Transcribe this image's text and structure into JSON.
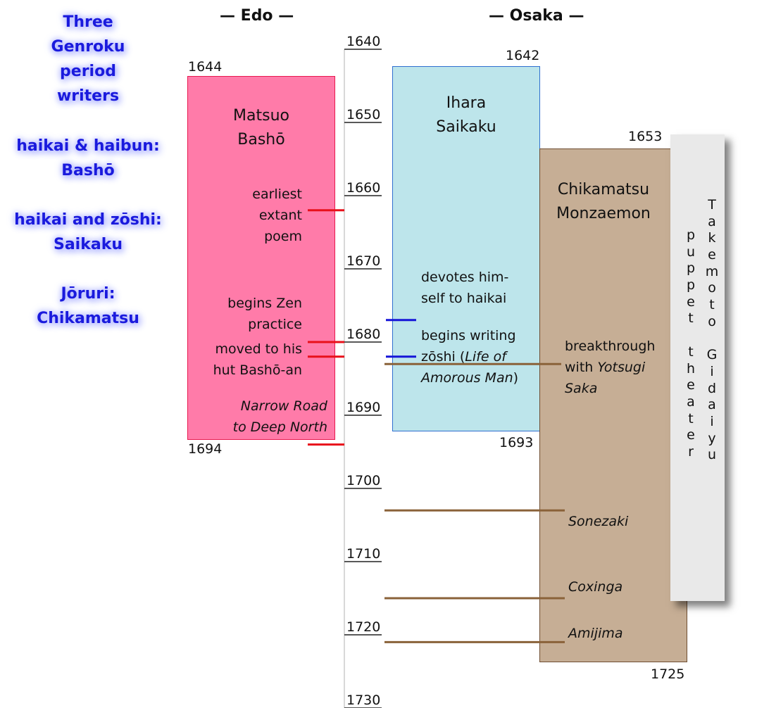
{
  "side_labels": {
    "title": [
      "Three",
      "Genroku",
      "period",
      "writers"
    ],
    "basho": [
      "haikai & haibun:",
      "Bashō"
    ],
    "saikaku": [
      "haikai and zōshi:",
      "Saikaku"
    ],
    "chikamatsu": [
      "Jōruri:",
      "Chikamatsu"
    ]
  },
  "regions": {
    "edo": "— Edo —",
    "osaka": "— Osaka —"
  },
  "axis": {
    "start": 1640,
    "end": 1730,
    "step": 10,
    "ticks": [
      "1640",
      "1650",
      "1660",
      "1670",
      "1680",
      "1690",
      "1700",
      "1710",
      "1720",
      "1730"
    ]
  },
  "writers": {
    "basho": {
      "name": [
        "Matsuo",
        "Bashō"
      ],
      "start": 1644,
      "end": 1694,
      "start_label": "1644",
      "end_label": "1694",
      "fill": "#ff7ba9",
      "stroke": "#e8194f",
      "marker": "#e8101a",
      "events": [
        {
          "year": 1662,
          "lines": [
            "earliest",
            "extant",
            "poem"
          ]
        },
        {
          "year": 1680,
          "lines": [
            "begins Zen",
            "practice"
          ]
        },
        {
          "year": 1682,
          "lines": [
            "moved to his",
            "hut Bashō-an"
          ]
        },
        {
          "year": 1694,
          "lines": [
            "Narrow Road",
            "to Deep North"
          ]
        }
      ]
    },
    "saikaku": {
      "name": [
        "Ihara",
        "Saikaku"
      ],
      "start": 1642,
      "end": 1693,
      "start_label": "1642",
      "end_label": "1693",
      "fill": "#bde5eb",
      "stroke": "#2f6fd0",
      "marker": "#1515d8",
      "events": [
        {
          "year": 1677,
          "lines": [
            "devotes him-",
            "self to haikai"
          ]
        },
        {
          "year": 1682,
          "lines": [
            "begins writing",
            "zōshi (",
            "Life of",
            "Amorous Man",
            ")"
          ]
        }
      ]
    },
    "chikamatsu": {
      "name": [
        "Chikamatsu",
        "Monzaemon"
      ],
      "start": 1653,
      "end": 1725,
      "start_label": "1653",
      "end_label": "1725",
      "fill": "#c6ae95",
      "stroke": "#6e4d31",
      "marker": "#8a6239",
      "events": [
        {
          "year": 1683,
          "lines": [
            "breakthrough",
            "with ",
            "Yotsugi",
            "Saka"
          ]
        },
        {
          "year": 1703,
          "title": "Sonezaki"
        },
        {
          "year": 1715,
          "title": "Coxinga"
        },
        {
          "year": 1721,
          "title": "Amijima"
        }
      ]
    }
  },
  "puppet_theater": {
    "col1": "puppet theater",
    "col2": "Takemoto Gidaiyu",
    "fill": "#e9e9e9"
  }
}
